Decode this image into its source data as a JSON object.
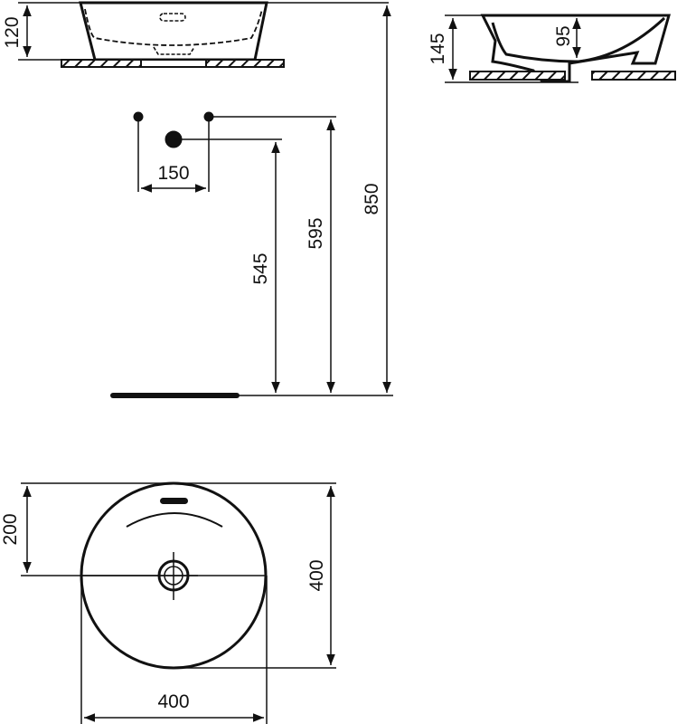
{
  "drawing": {
    "type": "technical drawing - round countertop washbasin",
    "side_view": {
      "height_label": "120"
    },
    "section_view": {
      "total_height_label": "145",
      "bowl_depth_label": "95"
    },
    "installation": {
      "tap_spacing_label": "150",
      "waste_height_label": "545",
      "tap_height_label": "595",
      "rim_height_label": "850"
    },
    "plan_view": {
      "center_offset_label": "200",
      "depth_label": "400",
      "width_label": "400"
    }
  }
}
